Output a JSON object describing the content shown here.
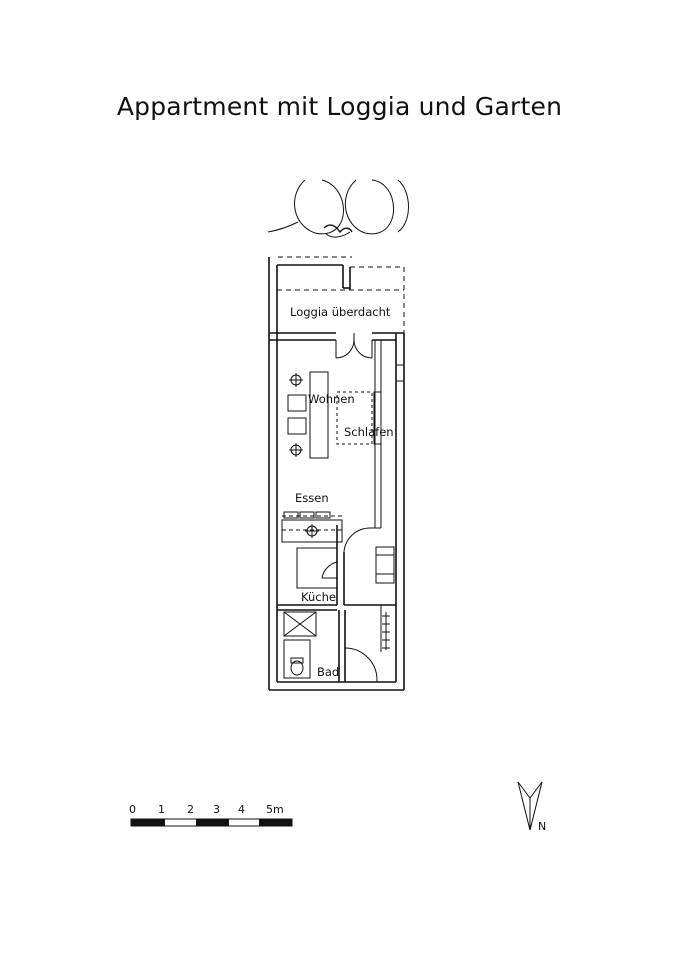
{
  "title": "Appartment mit Loggia und Garten",
  "rooms": {
    "loggia": "Loggia überdacht",
    "wohnen": "Wohnen",
    "schlafen": "Schlafen",
    "essen": "Essen",
    "kueche": "Küche",
    "bad": "Bad"
  },
  "scale": {
    "labels": [
      "0",
      "1",
      "2",
      "3",
      "4",
      "5m"
    ]
  },
  "north": {
    "label": "N"
  }
}
